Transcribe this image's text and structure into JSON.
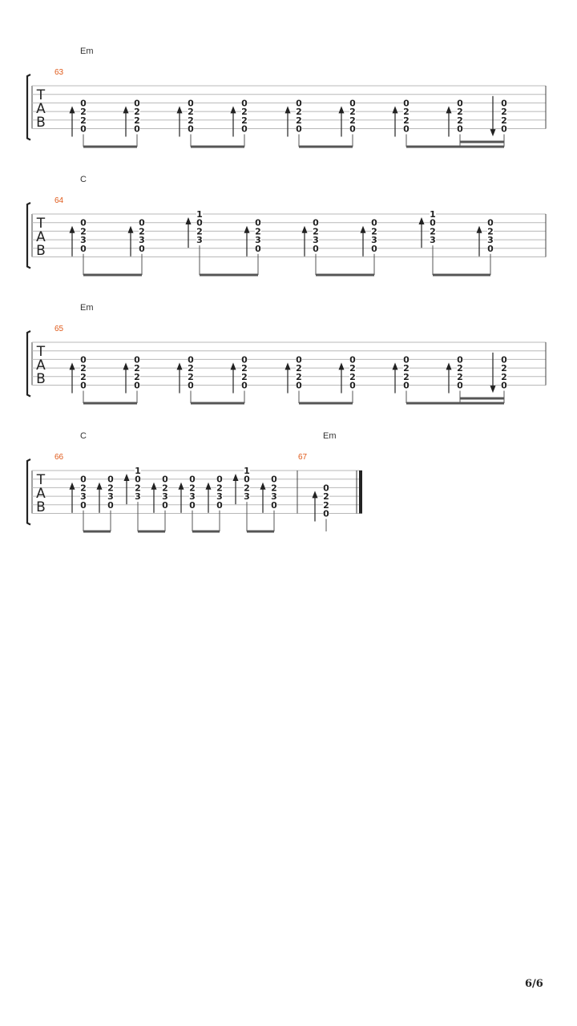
{
  "page": {
    "number": "6/6"
  },
  "tab_clef": [
    "T",
    "A",
    "B"
  ],
  "systems": [
    {
      "bars": [
        {
          "number": "63",
          "chord": "Em",
          "beats": [
            {
              "frets": [
                null,
                null,
                "0",
                "2",
                "2",
                "0"
              ],
              "stroke": "up"
            },
            {
              "frets": [
                null,
                null,
                "0",
                "2",
                "2",
                "0"
              ],
              "stroke": "up"
            },
            {
              "frets": [
                null,
                null,
                "0",
                "2",
                "2",
                "0"
              ],
              "stroke": "up"
            },
            {
              "frets": [
                null,
                null,
                "0",
                "2",
                "2",
                "0"
              ],
              "stroke": "up"
            },
            {
              "frets": [
                null,
                null,
                "0",
                "2",
                "2",
                "0"
              ],
              "stroke": "up"
            },
            {
              "frets": [
                null,
                null,
                "0",
                "2",
                "2",
                "0"
              ],
              "stroke": "up"
            },
            {
              "frets": [
                null,
                null,
                "0",
                "2",
                "2",
                "0"
              ],
              "stroke": "up"
            },
            {
              "frets": [
                null,
                null,
                "0",
                "2",
                "2",
                "0"
              ],
              "stroke": "up"
            },
            {
              "frets": [
                null,
                null,
                "0",
                "2",
                "2",
                "0"
              ],
              "stroke": "down"
            }
          ],
          "beams": [
            [
              0,
              1,
              1
            ],
            [
              2,
              3,
              1
            ],
            [
              4,
              5,
              1
            ],
            [
              6,
              8,
              1
            ],
            [
              7,
              8,
              2
            ]
          ]
        }
      ]
    },
    {
      "bars": [
        {
          "number": "64",
          "chord": "C",
          "beats": [
            {
              "frets": [
                null,
                "0",
                "2",
                "3",
                "0",
                null
              ],
              "stroke": "up"
            },
            {
              "frets": [
                null,
                "0",
                "2",
                "3",
                "0",
                null
              ],
              "stroke": "up"
            },
            {
              "frets": [
                "1",
                "0",
                "2",
                "3",
                null,
                null
              ],
              "stroke": "up"
            },
            {
              "frets": [
                null,
                "0",
                "2",
                "3",
                "0",
                null
              ],
              "stroke": "up"
            },
            {
              "frets": [
                null,
                "0",
                "2",
                "3",
                "0",
                null
              ],
              "stroke": "up"
            },
            {
              "frets": [
                null,
                "0",
                "2",
                "3",
                "0",
                null
              ],
              "stroke": "up"
            },
            {
              "frets": [
                "1",
                "0",
                "2",
                "3",
                null,
                null
              ],
              "stroke": "up"
            },
            {
              "frets": [
                null,
                "0",
                "2",
                "3",
                "0",
                null
              ],
              "stroke": "up"
            }
          ],
          "beams": [
            [
              0,
              1,
              1
            ],
            [
              2,
              3,
              1
            ],
            [
              4,
              5,
              1
            ],
            [
              6,
              7,
              1
            ]
          ]
        }
      ]
    },
    {
      "bars": [
        {
          "number": "65",
          "chord": "Em",
          "beats": [
            {
              "frets": [
                null,
                null,
                "0",
                "2",
                "2",
                "0"
              ],
              "stroke": "up"
            },
            {
              "frets": [
                null,
                null,
                "0",
                "2",
                "2",
                "0"
              ],
              "stroke": "up"
            },
            {
              "frets": [
                null,
                null,
                "0",
                "2",
                "2",
                "0"
              ],
              "stroke": "up"
            },
            {
              "frets": [
                null,
                null,
                "0",
                "2",
                "2",
                "0"
              ],
              "stroke": "up"
            },
            {
              "frets": [
                null,
                null,
                "0",
                "2",
                "2",
                "0"
              ],
              "stroke": "up"
            },
            {
              "frets": [
                null,
                null,
                "0",
                "2",
                "2",
                "0"
              ],
              "stroke": "up"
            },
            {
              "frets": [
                null,
                null,
                "0",
                "2",
                "2",
                "0"
              ],
              "stroke": "up"
            },
            {
              "frets": [
                null,
                null,
                "0",
                "2",
                "2",
                "0"
              ],
              "stroke": "up"
            },
            {
              "frets": [
                null,
                null,
                "0",
                "2",
                "2",
                "0"
              ],
              "stroke": "down"
            }
          ],
          "beams": [
            [
              0,
              1,
              1
            ],
            [
              2,
              3,
              1
            ],
            [
              4,
              5,
              1
            ],
            [
              6,
              8,
              1
            ],
            [
              7,
              8,
              2
            ]
          ]
        }
      ]
    },
    {
      "bars": [
        {
          "number": "66",
          "chord": "C",
          "beats": [
            {
              "frets": [
                null,
                "0",
                "2",
                "3",
                "0",
                null
              ],
              "stroke": "up"
            },
            {
              "frets": [
                null,
                "0",
                "2",
                "3",
                "0",
                null
              ],
              "stroke": "up"
            },
            {
              "frets": [
                "1",
                "0",
                "2",
                "3",
                null,
                null
              ],
              "stroke": "up"
            },
            {
              "frets": [
                null,
                "0",
                "2",
                "3",
                "0",
                null
              ],
              "stroke": "up"
            },
            {
              "frets": [
                null,
                "0",
                "2",
                "3",
                "0",
                null
              ],
              "stroke": "up"
            },
            {
              "frets": [
                null,
                "0",
                "2",
                "3",
                "0",
                null
              ],
              "stroke": "up"
            },
            {
              "frets": [
                "1",
                "0",
                "2",
                "3",
                null,
                null
              ],
              "stroke": "up"
            },
            {
              "frets": [
                null,
                "0",
                "2",
                "3",
                "0",
                null
              ],
              "stroke": "up"
            }
          ],
          "beams": [
            [
              0,
              1,
              1
            ],
            [
              2,
              3,
              1
            ],
            [
              4,
              5,
              1
            ],
            [
              6,
              7,
              1
            ]
          ]
        },
        {
          "number": "67",
          "chord": "Em",
          "beats": [
            {
              "frets": [
                null,
                null,
                "0",
                "2",
                "2",
                "0"
              ],
              "stroke": "up"
            }
          ],
          "beams": [],
          "final_barline": true
        }
      ]
    }
  ]
}
